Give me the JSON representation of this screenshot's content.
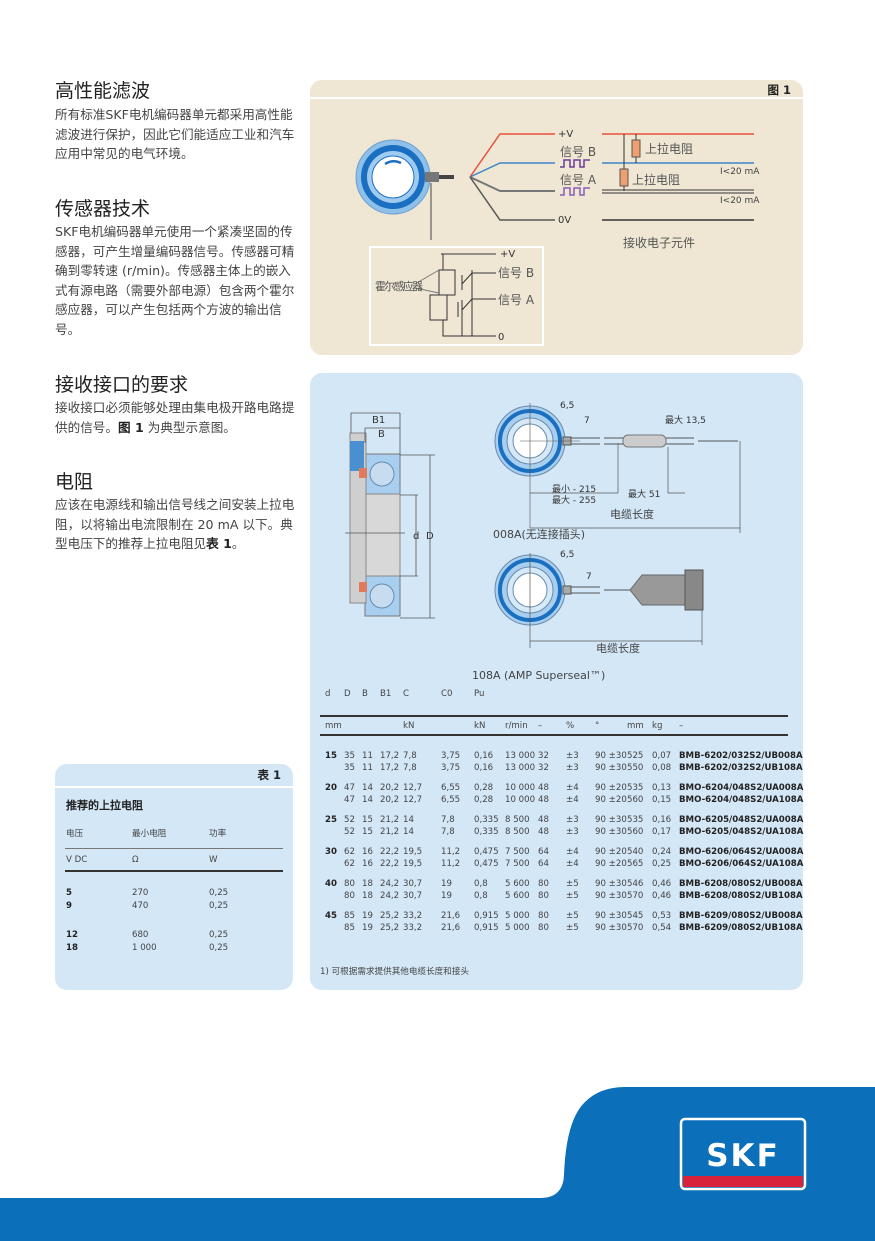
{
  "sections": [
    {
      "heading": "高性能滤波",
      "body": "所有标准SKF电机编码器单元都采用高性能滤波进行保护，因此它们能适应工业和汽车应用中常见的电气环境。"
    },
    {
      "heading": "传感器技术",
      "body": "SKF电机编码器单元使用一个紧凑坚固的传感器，可产生增量编码器信号。传感器可精确到零转速 (r/min)。传感器主体上的嵌入式有源电路（需要外部电源）包含两个霍尔感应器，可以产生包括两个方波的输出信号。"
    },
    {
      "heading": "接收接口的要求",
      "body_pre": "接收接口必须能够处理由集电极开路电路提供的信号。",
      "body_ref": "图 1",
      "body_post": " 为典型示意图。"
    },
    {
      "heading": "电阻",
      "body_pre": "应该在电源线和输出信号线之间安装上拉电阻，以将输出电流限制在 20 mA 以下。典型电压下的推荐上拉电阻见",
      "body_ref": "表 1",
      "body_post": "。"
    }
  ],
  "figure1": {
    "tag": "图 1",
    "plus_v": "+V",
    "signal_b": "信号 B",
    "signal_a": "信号 A",
    "zero_v": "0V",
    "pullup1": "上拉电阻",
    "pullup2": "上拉电阻",
    "current1": "I<20 mA",
    "current2": "I<20 mA",
    "receiver": "接收电子元件",
    "hall": "霍尔感应器",
    "inset_plus_v": "+V",
    "inset_signal_b": "信号 B",
    "inset_signal_a": "信号 A",
    "inset_zero": "0",
    "colors": {
      "supply": "#e8503a",
      "signal_b": "#3a86c8",
      "wave": "#6a3d99",
      "resistor": "#f0a070"
    }
  },
  "drawings": {
    "b1": "B1",
    "b": "B",
    "d": "d",
    "D": "D",
    "dim_65a": "6,5",
    "dim_7a": "7",
    "max_135": "最大 13,5",
    "min_215": "最小 - 215",
    "max_255": "最大 - 255",
    "max_51": "最大 51",
    "cable_len_a": "电缆长度",
    "variant_a": "008A(无连接插头)",
    "dim_65b": "6,5",
    "dim_7b": "7",
    "cable_len_b": "电缆长度",
    "variant_b": "108A (AMP Superseal™)"
  },
  "bearing_table": {
    "headers": [
      "d",
      "D",
      "B",
      "B1",
      "C",
      "C0",
      "Pu"
    ],
    "units": [
      "mm",
      "kN",
      "kN",
      "r/min",
      "–",
      "%",
      "°",
      "mm",
      "kg",
      "–"
    ],
    "rows": [
      [
        "15",
        "35",
        "11",
        "17,2",
        "7,8",
        "3,75",
        "0,16",
        "13 000",
        "32",
        "±3",
        "90 ±30",
        "525",
        "0,07",
        "BMB-6202/032S2/UB008A"
      ],
      [
        "",
        "35",
        "11",
        "17,2",
        "7,8",
        "3,75",
        "0,16",
        "13 000",
        "32",
        "±3",
        "90 ±30",
        "550",
        "0,08",
        "BMB-6202/032S2/UB108A"
      ],
      [
        "20",
        "47",
        "14",
        "20,2",
        "12,7",
        "6,55",
        "0,28",
        "10 000",
        "48",
        "±4",
        "90 ±20",
        "535",
        "0,13",
        "BMO-6204/048S2/UA008A"
      ],
      [
        "",
        "47",
        "14",
        "20,2",
        "12,7",
        "6,55",
        "0,28",
        "10 000",
        "48",
        "±4",
        "90 ±20",
        "560",
        "0,15",
        "BMO-6204/048S2/UA108A"
      ],
      [
        "25",
        "52",
        "15",
        "21,2",
        "14",
        "7,8",
        "0,335",
        "8 500",
        "48",
        "±3",
        "90 ±30",
        "535",
        "0,16",
        "BMO-6205/048S2/UA008A"
      ],
      [
        "",
        "52",
        "15",
        "21,2",
        "14",
        "7,8",
        "0,335",
        "8 500",
        "48",
        "±3",
        "90 ±30",
        "560",
        "0,17",
        "BMO-6205/048S2/UA108A"
      ],
      [
        "30",
        "62",
        "16",
        "22,2",
        "19,5",
        "11,2",
        "0,475",
        "7 500",
        "64",
        "±4",
        "90 ±20",
        "540",
        "0,24",
        "BMO-6206/064S2/UA008A"
      ],
      [
        "",
        "62",
        "16",
        "22,2",
        "19,5",
        "11,2",
        "0,475",
        "7 500",
        "64",
        "±4",
        "90 ±20",
        "565",
        "0,25",
        "BMO-6206/064S2/UA108A"
      ],
      [
        "40",
        "80",
        "18",
        "24,2",
        "30,7",
        "19",
        "0,8",
        "5 600",
        "80",
        "±5",
        "90 ±30",
        "546",
        "0,46",
        "BMB-6208/080S2/UB008A"
      ],
      [
        "",
        "80",
        "18",
        "24,2",
        "30,7",
        "19",
        "0,8",
        "5 600",
        "80",
        "±5",
        "90 ±30",
        "570",
        "0,46",
        "BMB-6208/080S2/UB108A"
      ],
      [
        "45",
        "85",
        "19",
        "25,2",
        "33,2",
        "21,6",
        "0,915",
        "5 000",
        "80",
        "±5",
        "90 ±30",
        "545",
        "0,53",
        "BMB-6209/080S2/UB008A"
      ],
      [
        "",
        "85",
        "19",
        "25,2",
        "33,2",
        "21,6",
        "0,915",
        "5 000",
        "80",
        "±5",
        "90 ±30",
        "570",
        "0,54",
        "BMB-6209/080S2/UB108A"
      ]
    ],
    "footnote": "1) 可根据需求提供其他电缆长度和接头"
  },
  "table1": {
    "tag": "表 1",
    "title": "推荐的上拉电阻",
    "headers": [
      "电压",
      "最小电阻",
      "功率"
    ],
    "units": [
      "V DC",
      "Ω",
      "W"
    ],
    "rows": [
      [
        "5",
        "270",
        "0,25"
      ],
      [
        "9",
        "470",
        "0,25"
      ],
      [
        "12",
        "680",
        "0,25"
      ],
      [
        "18",
        "1 000",
        "0,25"
      ]
    ]
  },
  "logo": {
    "text": "SKF",
    "colors": {
      "blue": "#0b6fba",
      "red": "#d8223b"
    }
  }
}
